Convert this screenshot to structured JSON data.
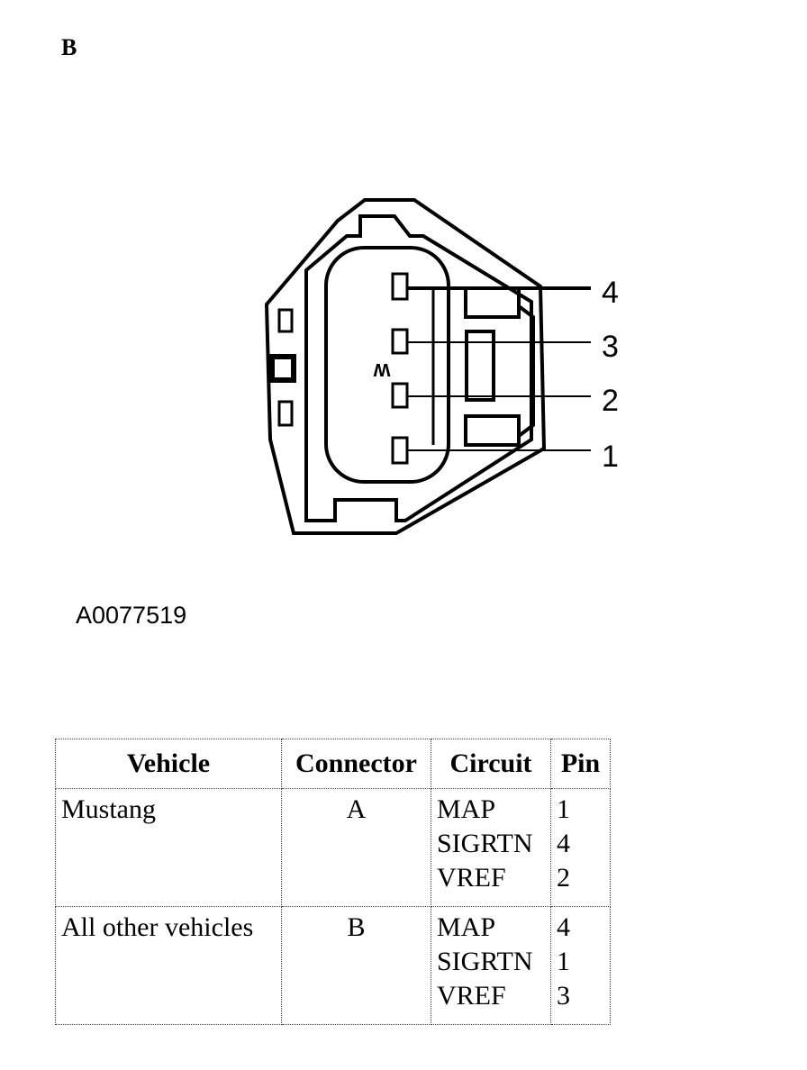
{
  "connector_label": "B",
  "figure_code": "A0077519",
  "diagram": {
    "center_mark": "W",
    "pin_labels": [
      "4",
      "3",
      "2",
      "1"
    ]
  },
  "table": {
    "headers": [
      "Vehicle",
      "Connector",
      "Circuit",
      "Pin"
    ],
    "rows": [
      {
        "vehicle": "Mustang",
        "connector": "A",
        "circuits": [
          "MAP",
          "SIGRTN",
          "VREF"
        ],
        "pins": [
          "1",
          "4",
          "2"
        ]
      },
      {
        "vehicle": "All other vehicles",
        "connector": "B",
        "circuits": [
          "MAP",
          "SIGRTN",
          "VREF"
        ],
        "pins": [
          "4",
          "1",
          "3"
        ]
      }
    ]
  }
}
